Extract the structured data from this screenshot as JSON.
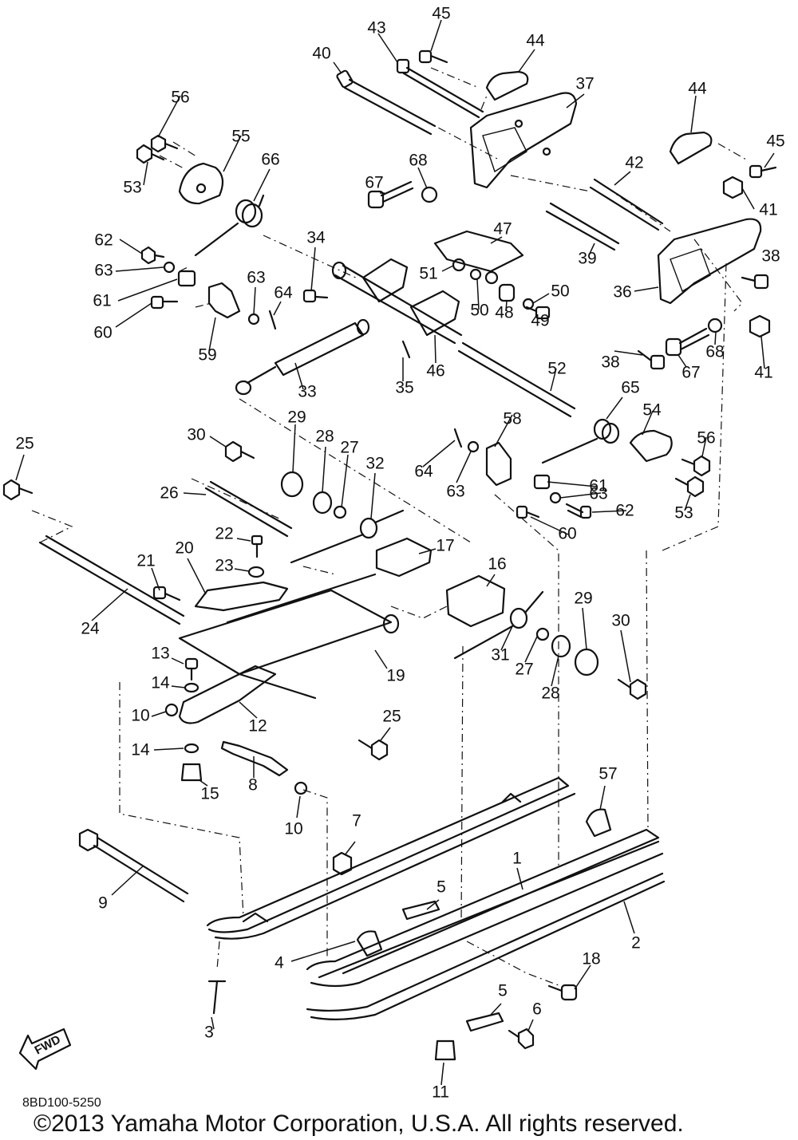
{
  "diagram_code": "8BD100-5250",
  "copyright": "©2013 Yamaha Motor Corporation, U.S.A. All rights reserved.",
  "fwd_label": "FWD",
  "callouts": [
    {
      "id": "c1",
      "label": "1"
    },
    {
      "id": "c2",
      "label": "2"
    },
    {
      "id": "c3",
      "label": "3"
    },
    {
      "id": "c4",
      "label": "4"
    },
    {
      "id": "c5a",
      "label": "5"
    },
    {
      "id": "c5b",
      "label": "5"
    },
    {
      "id": "c6",
      "label": "6"
    },
    {
      "id": "c7",
      "label": "7"
    },
    {
      "id": "c8",
      "label": "8"
    },
    {
      "id": "c9",
      "label": "9"
    },
    {
      "id": "c10a",
      "label": "10"
    },
    {
      "id": "c10b",
      "label": "10"
    },
    {
      "id": "c11",
      "label": "11"
    },
    {
      "id": "c12",
      "label": "12"
    },
    {
      "id": "c13",
      "label": "13"
    },
    {
      "id": "c14a",
      "label": "14"
    },
    {
      "id": "c14b",
      "label": "14"
    },
    {
      "id": "c15",
      "label": "15"
    },
    {
      "id": "c16",
      "label": "16"
    },
    {
      "id": "c17",
      "label": "17"
    },
    {
      "id": "c18",
      "label": "18"
    },
    {
      "id": "c19",
      "label": "19"
    },
    {
      "id": "c20",
      "label": "20"
    },
    {
      "id": "c21",
      "label": "21"
    },
    {
      "id": "c22",
      "label": "22"
    },
    {
      "id": "c23",
      "label": "23"
    },
    {
      "id": "c24",
      "label": "24"
    },
    {
      "id": "c25a",
      "label": "25"
    },
    {
      "id": "c25b",
      "label": "25"
    },
    {
      "id": "c26",
      "label": "26"
    },
    {
      "id": "c27a",
      "label": "27"
    },
    {
      "id": "c27b",
      "label": "27"
    },
    {
      "id": "c28a",
      "label": "28"
    },
    {
      "id": "c28b",
      "label": "28"
    },
    {
      "id": "c29a",
      "label": "29"
    },
    {
      "id": "c29b",
      "label": "29"
    },
    {
      "id": "c30a",
      "label": "30"
    },
    {
      "id": "c30b",
      "label": "30"
    },
    {
      "id": "c31",
      "label": "31"
    },
    {
      "id": "c32",
      "label": "32"
    },
    {
      "id": "c33",
      "label": "33"
    },
    {
      "id": "c34",
      "label": "34"
    },
    {
      "id": "c35",
      "label": "35"
    },
    {
      "id": "c36",
      "label": "36"
    },
    {
      "id": "c37",
      "label": "37"
    },
    {
      "id": "c38a",
      "label": "38"
    },
    {
      "id": "c38b",
      "label": "38"
    },
    {
      "id": "c39",
      "label": "39"
    },
    {
      "id": "c40",
      "label": "40"
    },
    {
      "id": "c41a",
      "label": "41"
    },
    {
      "id": "c41b",
      "label": "41"
    },
    {
      "id": "c42",
      "label": "42"
    },
    {
      "id": "c43",
      "label": "43"
    },
    {
      "id": "c44a",
      "label": "44"
    },
    {
      "id": "c44b",
      "label": "44"
    },
    {
      "id": "c45a",
      "label": "45"
    },
    {
      "id": "c45b",
      "label": "45"
    },
    {
      "id": "c46",
      "label": "46"
    },
    {
      "id": "c47",
      "label": "47"
    },
    {
      "id": "c48",
      "label": "48"
    },
    {
      "id": "c49",
      "label": "49"
    },
    {
      "id": "c50a",
      "label": "50"
    },
    {
      "id": "c50b",
      "label": "50"
    },
    {
      "id": "c51",
      "label": "51"
    },
    {
      "id": "c52",
      "label": "52"
    },
    {
      "id": "c53a",
      "label": "53"
    },
    {
      "id": "c53b",
      "label": "53"
    },
    {
      "id": "c54",
      "label": "54"
    },
    {
      "id": "c55",
      "label": "55"
    },
    {
      "id": "c56a",
      "label": "56"
    },
    {
      "id": "c56b",
      "label": "56"
    },
    {
      "id": "c57",
      "label": "57"
    },
    {
      "id": "c58",
      "label": "58"
    },
    {
      "id": "c59",
      "label": "59"
    },
    {
      "id": "c60a",
      "label": "60"
    },
    {
      "id": "c60b",
      "label": "60"
    },
    {
      "id": "c61a",
      "label": "61"
    },
    {
      "id": "c61b",
      "label": "61"
    },
    {
      "id": "c62a",
      "label": "62"
    },
    {
      "id": "c62b",
      "label": "62"
    },
    {
      "id": "c63a",
      "label": "63"
    },
    {
      "id": "c63b",
      "label": "63"
    },
    {
      "id": "c63c",
      "label": "63"
    },
    {
      "id": "c63d",
      "label": "63"
    },
    {
      "id": "c64a",
      "label": "64"
    },
    {
      "id": "c64b",
      "label": "64"
    },
    {
      "id": "c65",
      "label": "65"
    },
    {
      "id": "c66",
      "label": "66"
    },
    {
      "id": "c67a",
      "label": "67"
    },
    {
      "id": "c67b",
      "label": "67"
    },
    {
      "id": "c68a",
      "label": "68"
    },
    {
      "id": "c68b",
      "label": "68"
    }
  ]
}
